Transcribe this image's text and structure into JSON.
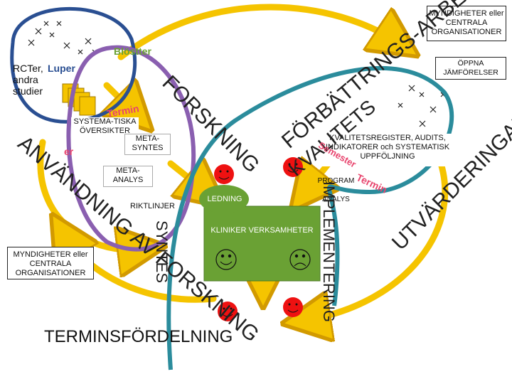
{
  "colors": {
    "arrow_fill": "#f5c400",
    "arrow_stroke": "#d29a00",
    "green": "#6aa134",
    "yellow_box": "#fff200",
    "red_face": "#ee1111",
    "blue_loop": "#2a4f92",
    "purple_loop": "#8a5fb0",
    "teal_loop": "#2b8c9c",
    "pink_text": "#e8456e"
  },
  "top_right_box": "MYNDIGHETER eller CENTRALA ORGANISATIONER",
  "bottom_left_box": "MYNDIGHETER eller CENTRALA ORGANISATIONER",
  "open_comparisons": "ÖPPNA JÄMFÖRELSER",
  "rct_label_1": "RCTer,",
  "rct_label_2": "andra",
  "rct_label_3": "studier",
  "highlight_word": "Luper",
  "top_pink_label": "Blöstter",
  "systematic_overview": "SYSTEMA-TISKA ÖVERSIKTER",
  "meta_synth": "META-SYNTES",
  "meta_analysis": "META-ANALYS",
  "guidelines": "RIKTLINJER",
  "management": "LEDNING",
  "clinics": "KLINIKER VERKSAMHETER",
  "quality_registries": "KVALITETSREGISTER, AUDITS, INDIKATORER och SYSTEMATISK UPPFÖLJNING",
  "program_label": "PROGRAM",
  "analysis_label": "ANALYS",
  "arc_forskning": "FORSKNING",
  "arc_forbattring": "FÖRBÄTTRINGS-ARBETE",
  "arc_kvalitets": "KVALITETS",
  "arc_anvandning": "ANVÄNDNING AV FORSKNING",
  "arc_utvardering": "UTVÄRDERINGAR",
  "arc_implementering": "IMPLEMENTERING",
  "arc_syntes": "SYNTES",
  "term_label": "TERMINSFÖRDELNING",
  "pink_fragment_1": "Termin",
  "pink_fragment_2": "Termin",
  "pink_fragment_3": "Semester",
  "pink_fragment_4": "er"
}
